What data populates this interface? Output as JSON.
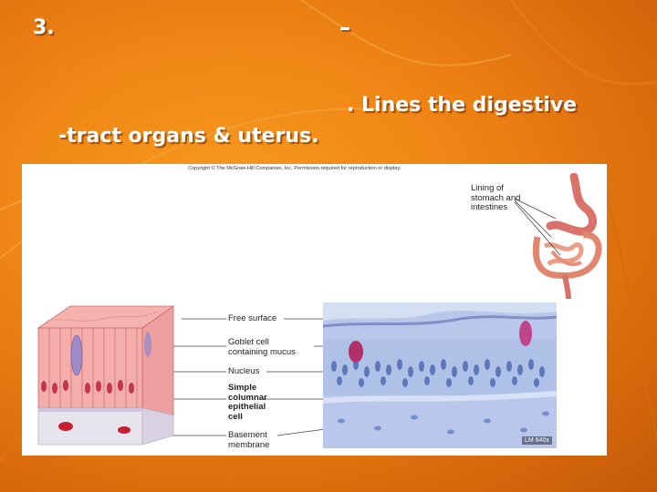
{
  "slide": {
    "number": "3.",
    "dash": "–",
    "line1": ".  Lines the digestive",
    "line2": "-tract organs & uterus."
  },
  "figure": {
    "copyright": "Copyright © The McGraw-Hill Companies, Inc. Permission required for reproduction or display.",
    "labels": {
      "lining": [
        "Lining of",
        "stomach and",
        "intestines"
      ],
      "free_surface": "Free surface",
      "goblet": [
        "Goblet cell",
        "containing mucus"
      ],
      "nucleus": "Nucleus",
      "simple": [
        "Simple",
        "columnar",
        "epithelial",
        "cell"
      ],
      "basement": [
        "Basement",
        "membrane"
      ]
    },
    "magnification": "LM 640x"
  },
  "colors": {
    "background": "#ef8414",
    "text": "#ffffff",
    "tissue_pink": "#f2a8a8",
    "micro_bg": "#b4c6e8",
    "goblet": "#b0306a"
  }
}
